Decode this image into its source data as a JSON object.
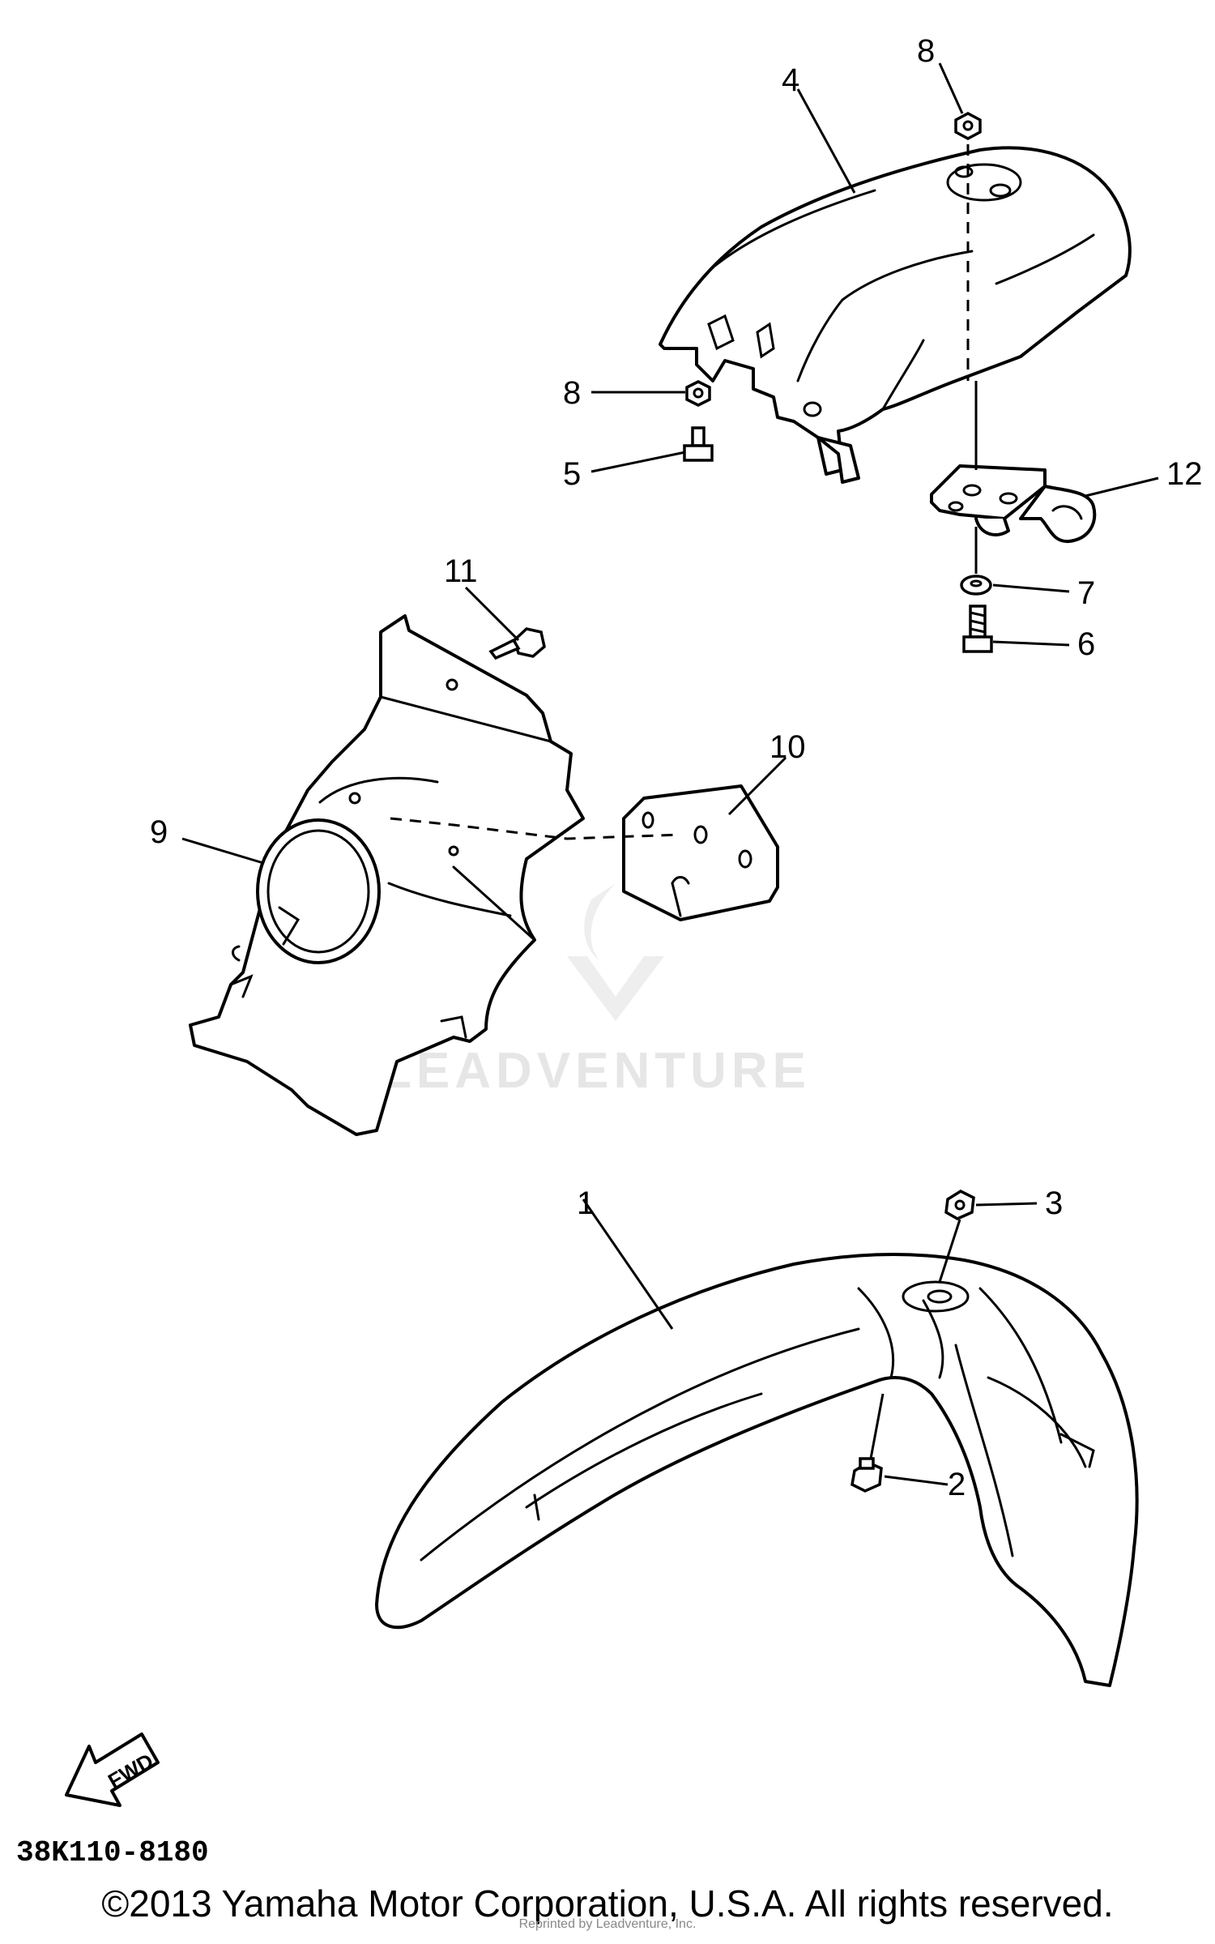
{
  "callouts": [
    {
      "id": "1",
      "label": "1"
    },
    {
      "id": "2",
      "label": "2"
    },
    {
      "id": "3",
      "label": "3"
    },
    {
      "id": "4",
      "label": "4"
    },
    {
      "id": "5",
      "label": "5"
    },
    {
      "id": "6",
      "label": "6"
    },
    {
      "id": "7",
      "label": "7"
    },
    {
      "id": "8a",
      "label": "8"
    },
    {
      "id": "8b",
      "label": "8"
    },
    {
      "id": "9",
      "label": "9"
    },
    {
      "id": "10",
      "label": "10"
    },
    {
      "id": "11",
      "label": "11"
    },
    {
      "id": "12",
      "label": "12"
    }
  ],
  "direction_arrow": {
    "label": "FWD"
  },
  "diagram_ref": "38K110-8180",
  "watermark": "LEADVENTURE",
  "copyright": "©2013 Yamaha Motor Corporation, U.S.A. All rights reserved.",
  "reprint_note": "Reprinted by Leadventure, Inc."
}
